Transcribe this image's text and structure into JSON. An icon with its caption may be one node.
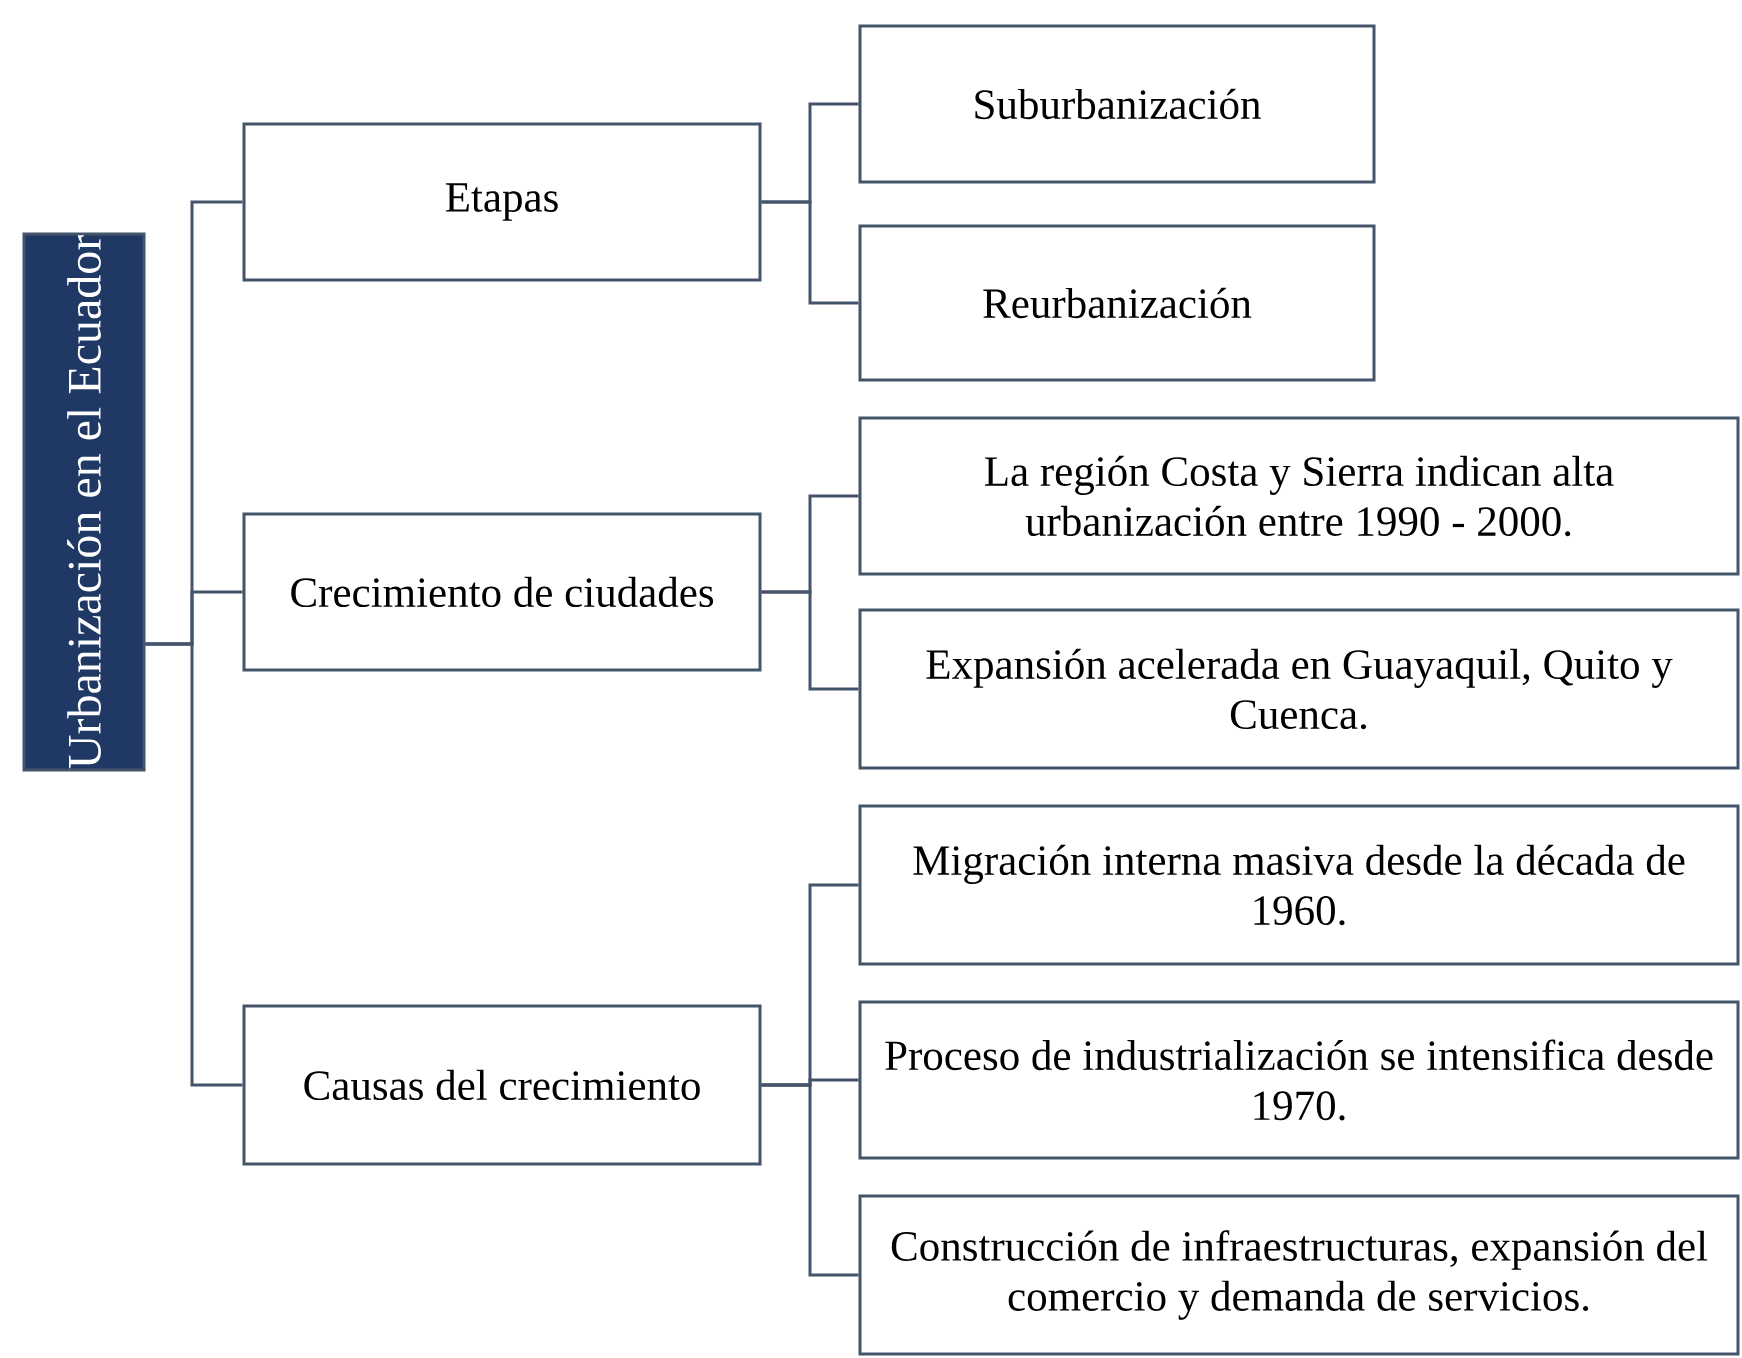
{
  "diagram": {
    "nodes": [
      {
        "text": [
          "Urbanización en el Ecuador"
        ]
      },
      {
        "text": [
          "Etapas"
        ]
      },
      {
        "text": [
          "Suburbanización"
        ]
      },
      {
        "text": [
          "Reurbanización"
        ]
      },
      {
        "text": [
          "Crecimiento de ciudades"
        ]
      },
      {
        "text": [
          "La región Costa y Sierra indican alta urbanización entre 1990 - 2000."
        ]
      },
      {
        "text": [
          "Expansión acelerada en Guayaquil, Quito y Cuenca."
        ]
      },
      {
        "text": [
          "Causas del crecimiento"
        ]
      },
      {
        "text": [
          "Migración interna masiva desde la década de 1960."
        ]
      },
      {
        "text": [
          "Proceso de industrialización se intensifica desde 1970."
        ]
      },
      {
        "text": [
          "Construcción de infraestructuras, expansión del comercio y demanda de servicios."
        ]
      }
    ],
    "edges": [
      {
        "from": 0,
        "to": 1,
        "arrow": "none"
      },
      {
        "from": 0,
        "to": 4,
        "arrow": "none"
      },
      {
        "from": 0,
        "to": 7,
        "arrow": "none"
      },
      {
        "from": 1,
        "to": 2,
        "arrow": "none"
      },
      {
        "from": 1,
        "to": 3,
        "arrow": "none"
      },
      {
        "from": 4,
        "to": 5,
        "arrow": "none"
      },
      {
        "from": 4,
        "to": 6,
        "arrow": "none"
      },
      {
        "from": 7,
        "to": 8,
        "arrow": "none"
      },
      {
        "from": 7,
        "to": 9,
        "arrow": "none"
      },
      {
        "from": 7,
        "to": 10,
        "arrow": "none"
      }
    ]
  }
}
